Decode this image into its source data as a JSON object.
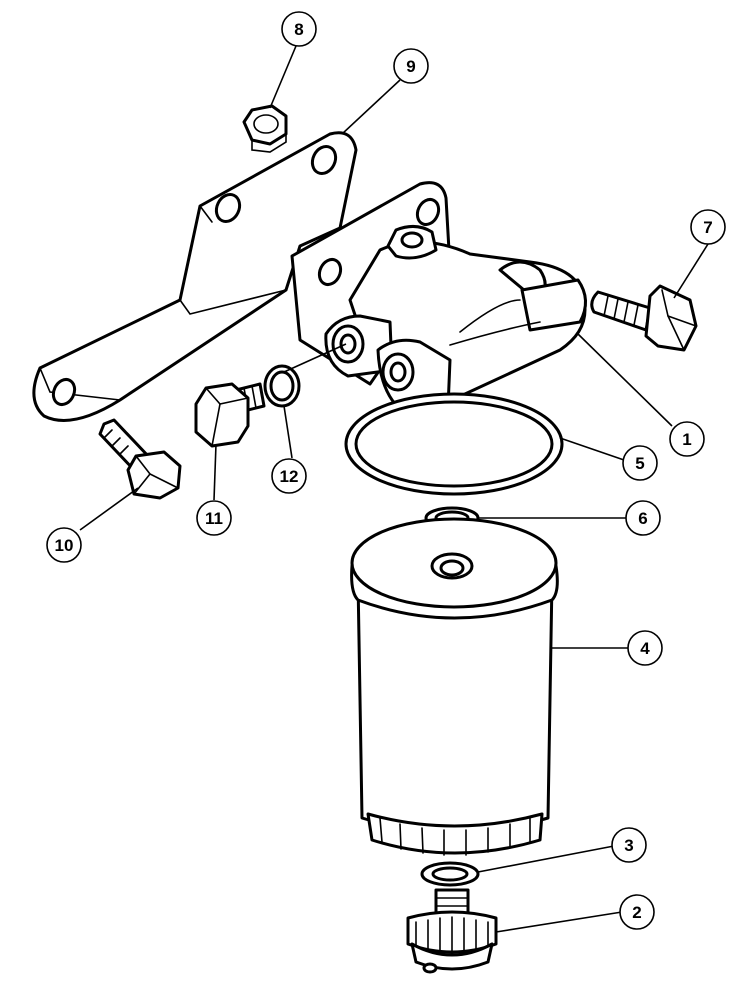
{
  "diagram": {
    "colors": {
      "line": "#000000",
      "fill": "#ffffff"
    },
    "callouts": [
      {
        "id": "1",
        "label": "1"
      },
      {
        "id": "2",
        "label": "2"
      },
      {
        "id": "3",
        "label": "3"
      },
      {
        "id": "4",
        "label": "4"
      },
      {
        "id": "5",
        "label": "5"
      },
      {
        "id": "6",
        "label": "6"
      },
      {
        "id": "7",
        "label": "7"
      },
      {
        "id": "8",
        "label": "8"
      },
      {
        "id": "9",
        "label": "9"
      },
      {
        "id": "10",
        "label": "10"
      },
      {
        "id": "11",
        "label": "11"
      },
      {
        "id": "12",
        "label": "12"
      }
    ]
  }
}
